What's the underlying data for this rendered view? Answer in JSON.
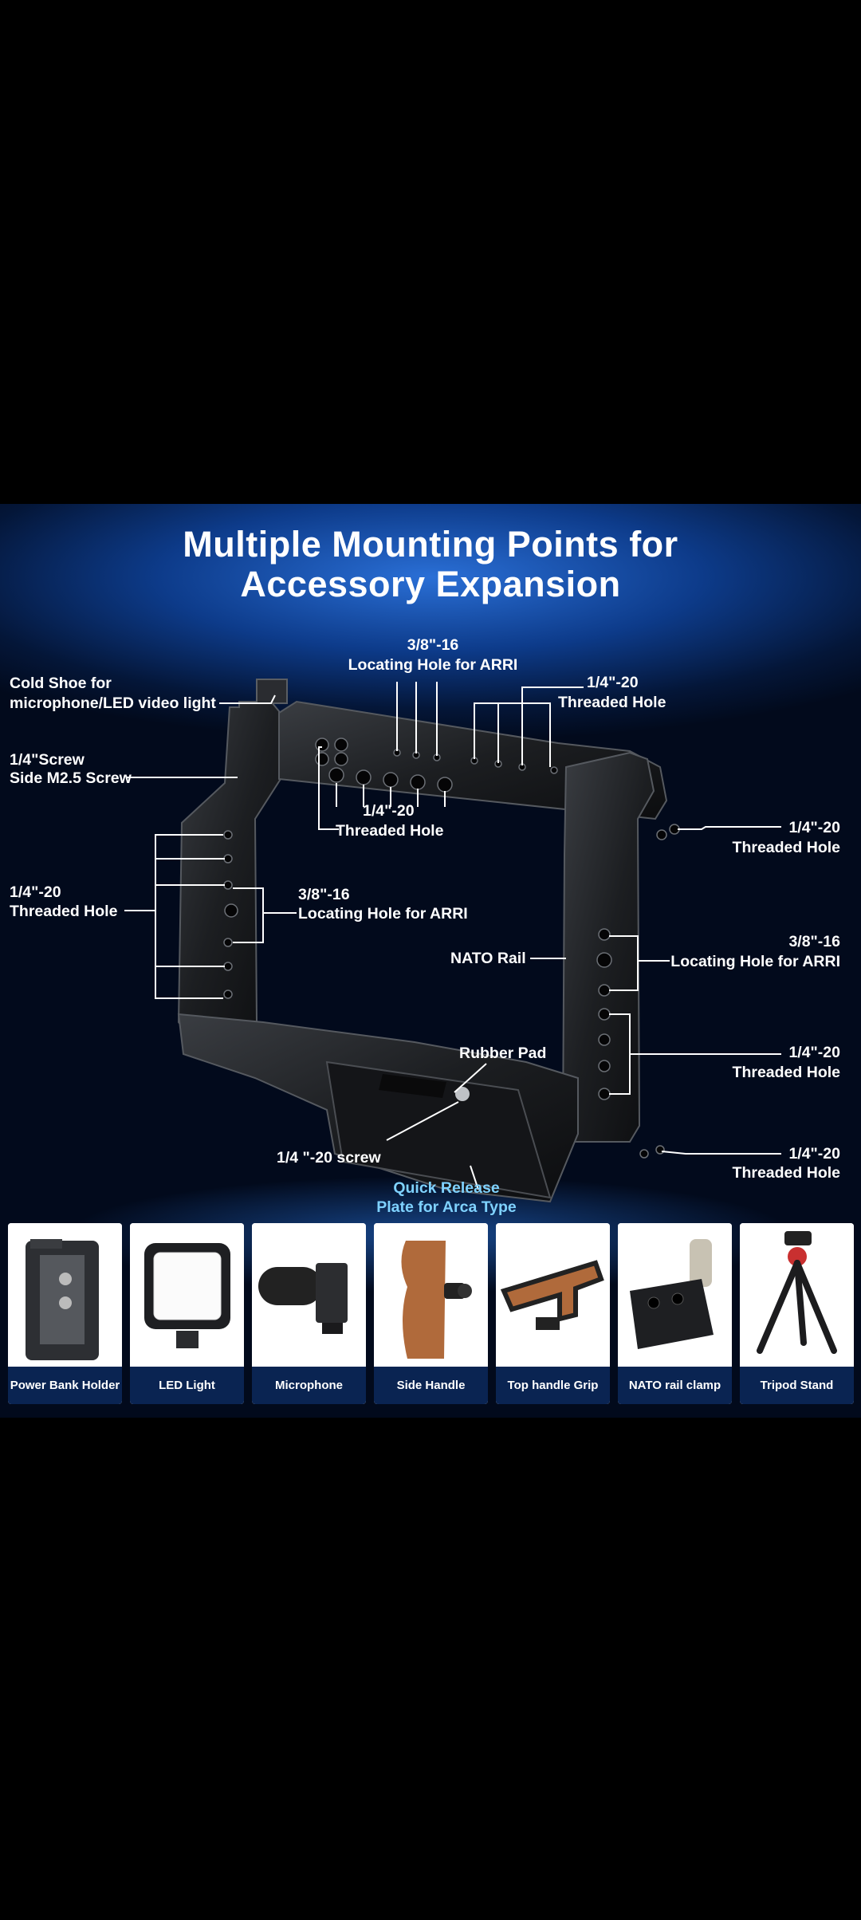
{
  "title": {
    "line1": "Multiple Mounting Points for",
    "line2": "Accessory Expansion"
  },
  "labels": {
    "cold_shoe_1": "Cold Shoe for",
    "cold_shoe_2": "microphone/LED video light",
    "arri_top_1": "3/8\"-16",
    "arri_top_2": "Locating Hole for ARRI",
    "thread_top_right_1": "1/4\"-20",
    "thread_top_right_2": "Threaded Hole",
    "screw_1": "1/4\"Screw",
    "screw_2": "Side M2.5 Screw",
    "thread_top_mid_1": "1/4\"-20",
    "thread_top_mid_2": "Threaded Hole",
    "thread_right_1": "1/4\"-20",
    "thread_right_2": "Threaded Hole",
    "thread_left_1": "1/4\"-20",
    "thread_left_2": "Threaded Hole",
    "arri_left_1": "3/8\"-16",
    "arri_left_2": "Locating Hole for ARRI",
    "nato_rail": "NATO Rail",
    "arri_right_1": "3/8\"-16",
    "arri_right_2": "Locating Hole for ARRI",
    "rubber_pad": "Rubber Pad",
    "thread_right2_1": "1/4\"-20",
    "thread_right2_2": "Threaded Hole",
    "screw_bottom": "1/4 \"-20 screw",
    "thread_bottom_right_1": "1/4\"-20",
    "thread_bottom_right_2": "Threaded Hole",
    "quick_release_1": "Quick Release",
    "quick_release_2": "Plate for Arca Type"
  },
  "accessories": [
    {
      "name": "Power Bank Holder",
      "icon": "power-bank-holder-icon"
    },
    {
      "name": "LED Light",
      "icon": "led-light-icon"
    },
    {
      "name": "Microphone",
      "icon": "microphone-icon"
    },
    {
      "name": "Side Handle",
      "icon": "side-handle-icon"
    },
    {
      "name": "Top handle Grip",
      "icon": "top-handle-icon"
    },
    {
      "name": "NATO rail clamp",
      "icon": "nato-clamp-icon"
    },
    {
      "name": "Tripod Stand",
      "icon": "tripod-icon"
    }
  ],
  "colors": {
    "banner_blue": "#0d3b8a",
    "caption_bg": "#0a2452",
    "accent_cyan": "#7fd2ff"
  }
}
